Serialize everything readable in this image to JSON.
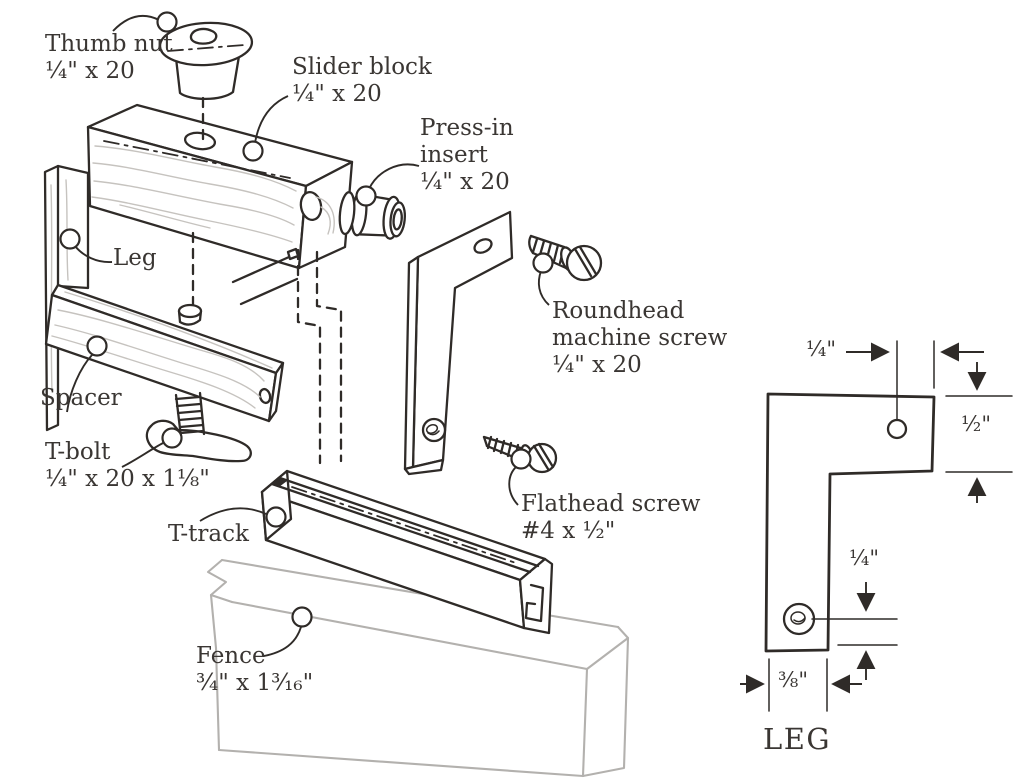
{
  "figure": {
    "type": "exploded-assembly-diagram",
    "colors": {
      "ink": "#2f2b28",
      "grain": "#c6c3bf",
      "fence_gray": "#b3b1ae",
      "background": "#ffffff"
    }
  },
  "parts": {
    "thumb_nut": {
      "label": "Thumb nut",
      "spec": "¹⁄₄\" x 20"
    },
    "slider_block": {
      "label": "Slider block",
      "spec": "¹⁄₄\" x 20"
    },
    "press_in_insert": {
      "label_line1": "Press-in",
      "label_line2": "insert",
      "spec": "¹⁄₄\" x 20"
    },
    "leg": {
      "label": "Leg"
    },
    "spacer": {
      "label": "Spacer"
    },
    "t_bolt": {
      "label": "T-bolt",
      "spec": "¹⁄₄\" x 20 x 1¹⁄₈\""
    },
    "t_track": {
      "label": "T-track"
    },
    "roundhead_machine_screw": {
      "label_line1": "Roundhead",
      "label_line2": "machine screw",
      "spec": "¹⁄₄\" x 20"
    },
    "flathead_screw": {
      "label": "Flathead screw",
      "spec": "#4 x ¹⁄₂\""
    },
    "fence": {
      "label": "Fence",
      "spec": "³⁄₄\" x 1³⁄₁₆\""
    }
  },
  "leg_detail": {
    "caption": "LEG",
    "top_hole_inset": "¹⁄₄\"",
    "top_arm_width": "¹⁄₂\"",
    "bottom_hole_height": "¹⁄₄\"",
    "leg_width": "³⁄₈\""
  }
}
